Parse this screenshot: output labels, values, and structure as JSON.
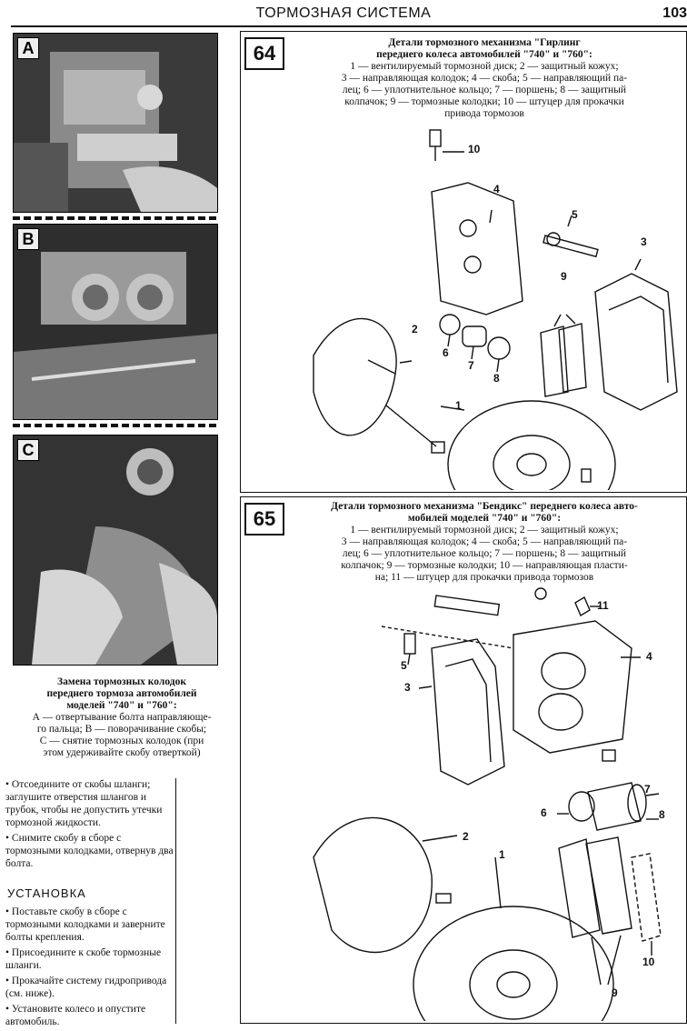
{
  "header": {
    "title": "ТОРМОЗНАЯ СИСТЕМА",
    "page_number": "103"
  },
  "photos": [
    {
      "label": "A"
    },
    {
      "label": "B"
    },
    {
      "label": "C"
    }
  ],
  "photo_caption": {
    "title_lines": [
      "Замена тормозных колодок",
      "переднего тормоза автомобилей",
      "моделей \"740\" и \"760\":"
    ],
    "body_lines": [
      "А — отвертывание болта направляюще-",
      "го пальца; В — поворачивание скобы;",
      "С — снятие тормозных колодок (при",
      "этом удерживайте скобу отверткой)"
    ]
  },
  "left_text": {
    "bullets_top": [
      "• Отсоедините от скобы шланги; заглушите отверстия шлангов и трубок, чтобы не допустить утечки тормозной жидкости.",
      "• Снимите скобу в сборе с тормозными колодками, отвернув два болта."
    ],
    "section_title": "УСТАНОВКА",
    "bullets_install": [
      "• Поставьте скобу в сборе с тормозными колодками и заверните болты крепления.",
      "• Присоедините к скобе тормозные шланги.",
      "• Прокачайте систему гидропривода (см. ниже).",
      "• Установите колесо и опустите автомобиль."
    ]
  },
  "figure64": {
    "number": "64",
    "title_lines": [
      "Детали тормозного механизма \"Гирлинг",
      "переднего колеса автомобилей \"740\" и \"760\":",
      "1 — вентилируемый тормозной диск; 2 — защитный кожух;",
      "3 — направляющая колодок; 4 — скоба; 5 — направляющий па-",
      "лец; 6 — уплотнительное кольцо; 7 — поршень; 8 — защитный",
      "колпачок; 9 — тормозные колодки; 10 — штуцер для прокачки",
      "привода тормозов"
    ],
    "callouts": [
      "1",
      "2",
      "3",
      "4",
      "5",
      "6",
      "7",
      "8",
      "9",
      "10"
    ]
  },
  "figure65": {
    "number": "65",
    "title_lines": [
      "Детали тормозного механизма \"Бендикс\" переднего колеса авто-",
      "мобилей моделей \"740\" и \"760\":",
      "1 — вентилируемый тормозной диск; 2 — защитный кожух;",
      "3 — направляющая колодок; 4 — скоба; 5 — направляющий па-",
      "лец; 6 — уплотнительное кольцо; 7 — поршень; 8 — защитный",
      "колпачок; 9 — тормозные колодки; 10 — направляющая пласти-",
      "на; 11 — штуцер для прокачки привода тормозов"
    ],
    "callouts": [
      "1",
      "2",
      "3",
      "4",
      "5",
      "6",
      "7",
      "8",
      "9",
      "10",
      "11"
    ]
  }
}
